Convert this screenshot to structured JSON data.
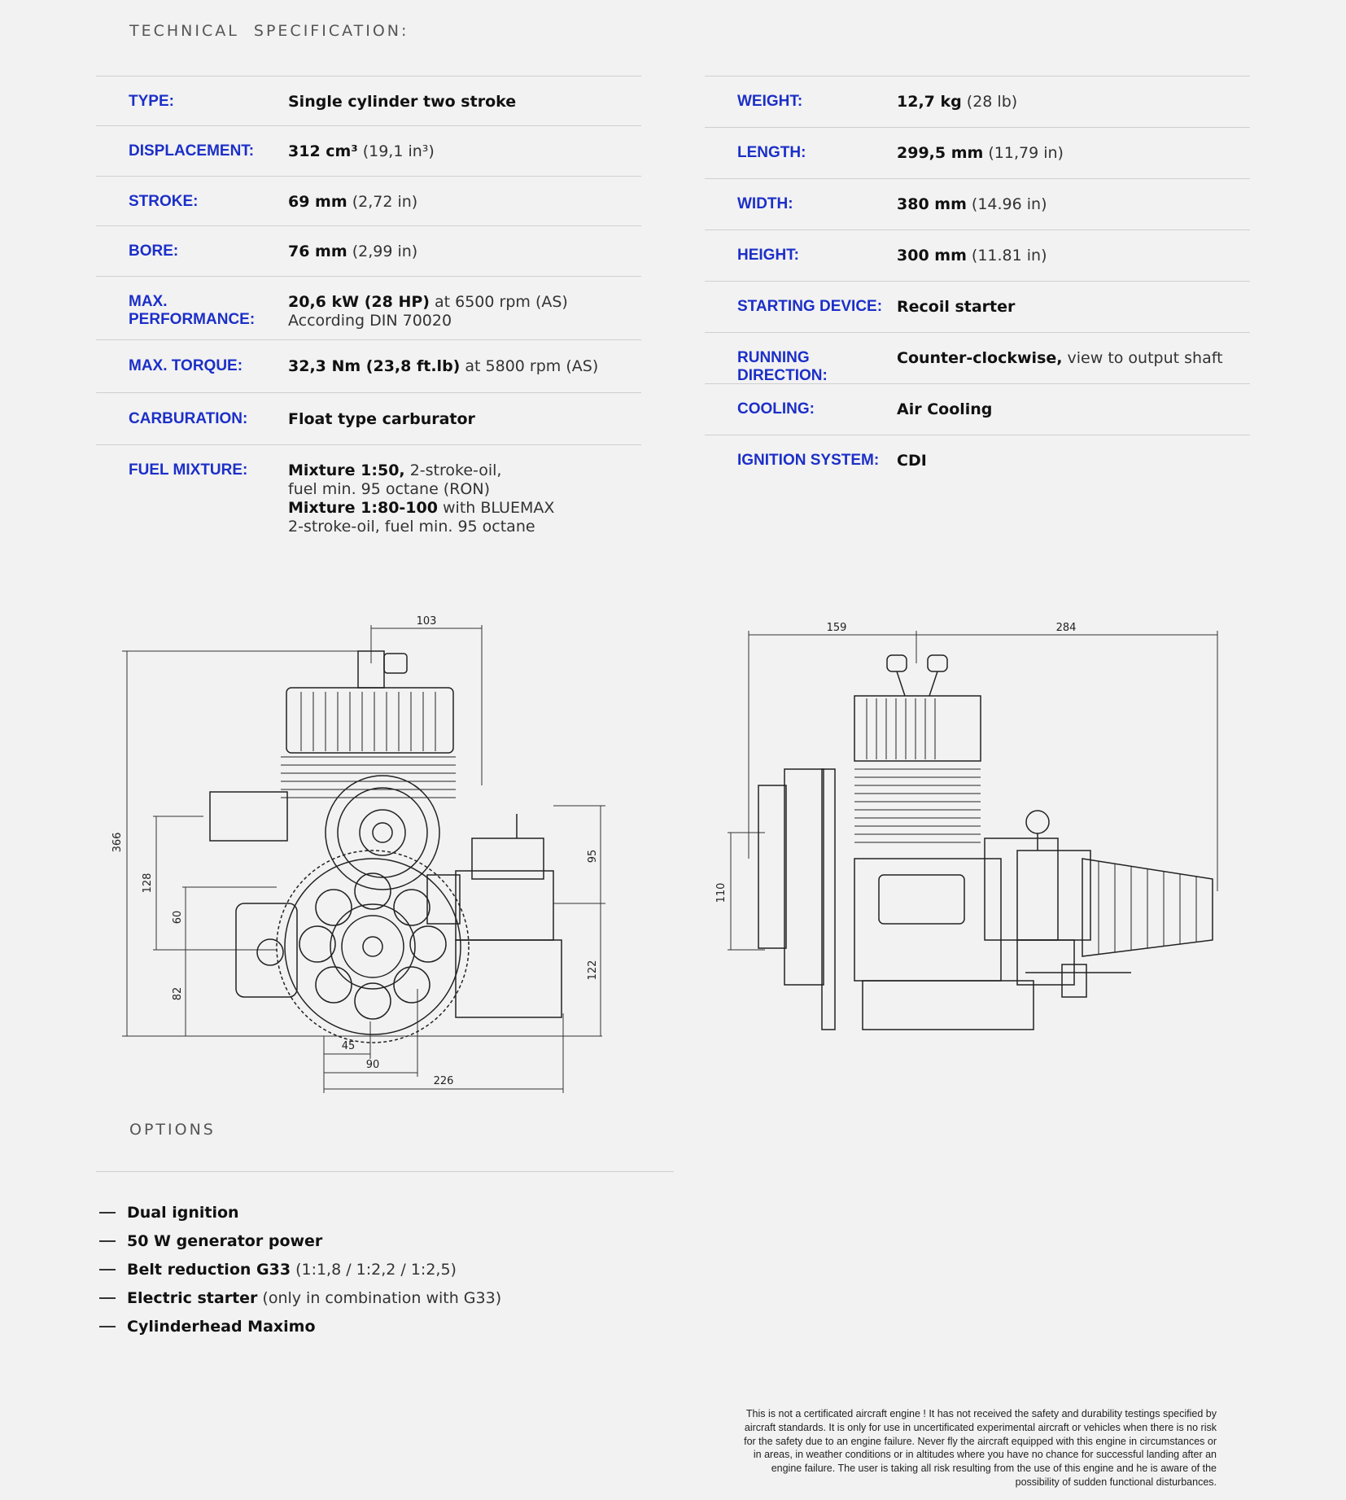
{
  "header": {
    "title": "TECHNICAL  SPECIFICATION:"
  },
  "spec_left": [
    {
      "label": "TYPE:",
      "value_bold": "Single cylinder two stroke",
      "value_normal": ""
    },
    {
      "label": "DISPLACEMENT:",
      "value_bold": "312 cm³",
      "value_normal": "(19,1 in³)"
    },
    {
      "label": "STROKE:",
      "value_bold": "69 mm",
      "value_normal": "(2,72 in)"
    },
    {
      "label": "BORE:",
      "value_bold": "76 mm",
      "value_normal": "(2,99 in)"
    },
    {
      "label": "MAX. PERFORMANCE:",
      "value_bold": "20,6 kW (28 HP)",
      "value_normal": "at 6500 rpm (AS)",
      "value_line2": "According DIN 70020"
    },
    {
      "label": "MAX. TORQUE:",
      "value_bold": "32,3 Nm (23,8 ft.lb)",
      "value_normal": "at 5800 rpm (AS)"
    },
    {
      "label": "CARBURATION:",
      "value_bold": "Float type carburator",
      "value_normal": ""
    },
    {
      "label": "FUEL MIXTURE:",
      "lines": [
        {
          "bold": "Mixture 1:50,",
          "normal": "2-stroke-oil,"
        },
        {
          "bold": "",
          "normal": "fuel min. 95 octane (RON)"
        },
        {
          "bold": "Mixture 1:80-100",
          "normal": "with BLUEMAX"
        },
        {
          "bold": "",
          "normal": "2-stroke-oil, fuel min. 95 octane"
        }
      ]
    }
  ],
  "spec_right": [
    {
      "label": "WEIGHT:",
      "value_bold": "12,7 kg",
      "value_normal": "(28 lb)"
    },
    {
      "label": "LENGTH:",
      "value_bold": "299,5 mm",
      "value_normal": "(11,79 in)"
    },
    {
      "label": "WIDTH:",
      "value_bold": "380 mm",
      "value_normal": "(14.96 in)"
    },
    {
      "label": "HEIGHT:",
      "value_bold": "300 mm",
      "value_normal": "(11.81 in)"
    },
    {
      "label": "STARTING DEVICE:",
      "value_bold": "Recoil starter",
      "value_normal": ""
    },
    {
      "label": "RUNNING DIRECTION:",
      "value_bold": "Counter-clockwise,",
      "value_normal": "view to output shaft"
    },
    {
      "label": "COOLING:",
      "value_bold": "Air Cooling",
      "value_normal": ""
    },
    {
      "label": "IGNITION SYSTEM:",
      "value_bold": "CDI",
      "value_normal": ""
    }
  ],
  "drawing_front": {
    "dims": {
      "d103": "103",
      "d366": "366",
      "d128": "128",
      "d60": "60",
      "d82": "82",
      "d95": "95",
      "d122": "122",
      "d45": "45",
      "d90": "90",
      "d226": "226"
    }
  },
  "drawing_side": {
    "dims": {
      "d159": "159",
      "d284": "284",
      "d110": "110"
    }
  },
  "options": {
    "title": "OPTIONS",
    "items": [
      {
        "bold": "Dual ignition",
        "normal": ""
      },
      {
        "bold": "50 W generator power",
        "normal": ""
      },
      {
        "bold": "Belt reduction G33",
        "normal": "(1:1,8 / 1:2,2 / 1:2,5)"
      },
      {
        "bold": "Electric starter",
        "normal": "(only in combination with G33)"
      },
      {
        "bold": "Cylinderhead Maximo",
        "normal": ""
      }
    ]
  },
  "disclaimer": [
    "This is not a certificated aircraft engine ! It has not received the safety and durability testings specified by",
    "aircraft standards. It is only for use in uncertificated experimental aircraft or  vehicles when there is no risk",
    "for the safety due to an engine failure. Never fly the aircraft equipped with this engine in circumstances or",
    "in areas, in weather  conditions or in altitudes where you have no chance  for successful landing after an",
    "engine failure.  The user is taking all risk resulting from the use of this engine and he is aware of the",
    "possibility of sudden functional disturbances."
  ]
}
